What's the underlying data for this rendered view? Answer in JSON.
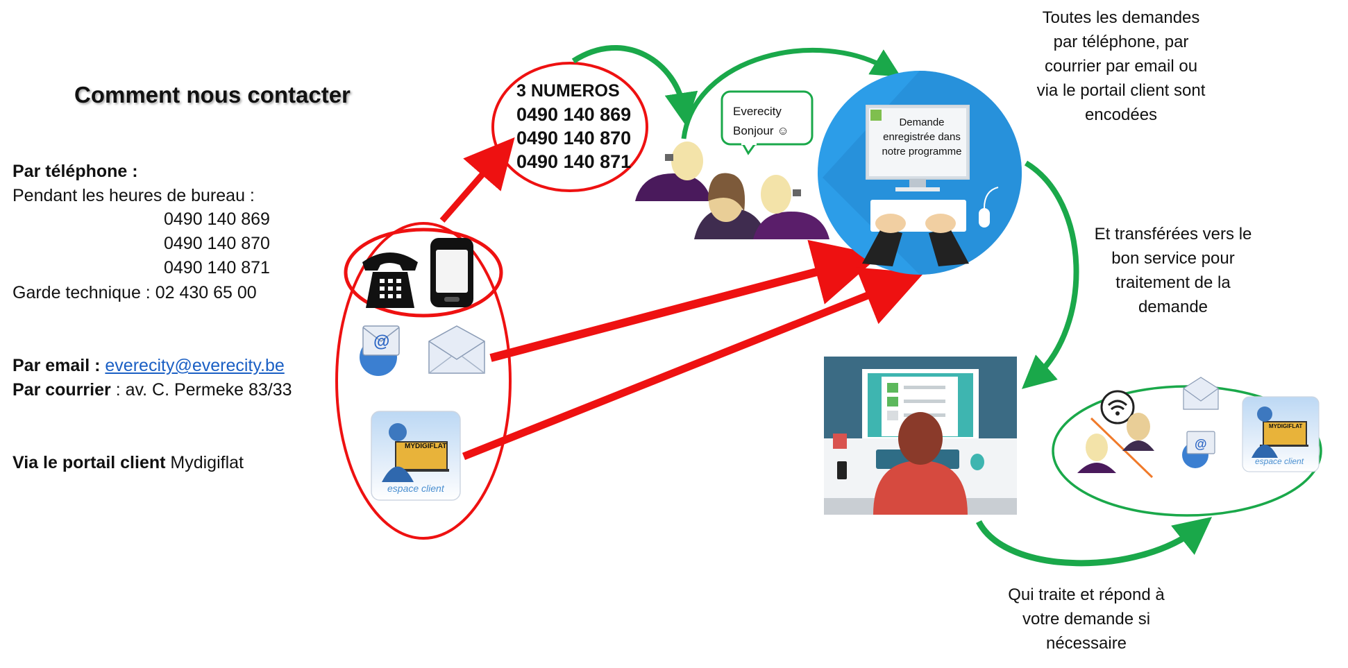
{
  "title": "Comment nous contacter",
  "phone_section": {
    "label": "Par téléphone",
    "colon": " :",
    "office_hours": "Pendant les heures de bureau :",
    "numbers": [
      "0490 140 869",
      "0490 140 870",
      "0490 140 871"
    ],
    "guard": "Garde technique : 02 430 65 00"
  },
  "email_section": {
    "label": "Par email :",
    "address": "everecity@everecity.be"
  },
  "mail_section": {
    "label": "Par courrier",
    "address": " : av. C. Permeke  83/33"
  },
  "portal_section": {
    "label": "Via le portail client",
    "name": " Mydigiflat"
  },
  "numbers_bubble": {
    "heading": "3 NUMEROS",
    "numbers": [
      "0490 140 869",
      "0490 140 870",
      "0490 140 871"
    ]
  },
  "speech_bubble": {
    "line1": "Everecity",
    "line2": "Bonjour ☺"
  },
  "screen_text": "Demande enregistrée dans notre programme",
  "portal_icon": {
    "badge": "MYDIGIFLAT",
    "caption": "espace client"
  },
  "notes": {
    "encoded": [
      "Toutes les demandes",
      "par téléphone, par",
      "courrier par email ou",
      "via le portail client sont",
      "encodées"
    ],
    "transferred": [
      "Et transférées  vers le",
      "bon service pour",
      "traitement de la",
      "demande"
    ],
    "handled": [
      "Qui traite et répond à",
      "votre demande si",
      "nécessaire"
    ]
  },
  "colors": {
    "red": "#ee1111",
    "green": "#1aa84a",
    "blue": "#2c9de8"
  }
}
